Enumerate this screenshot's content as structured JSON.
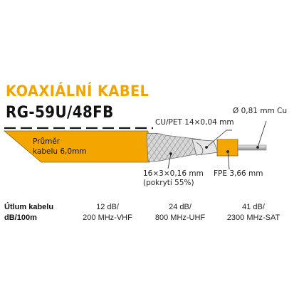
{
  "title_line1": "KOAXIÁLNÍ KABEL",
  "title_line2": "RG-59U/48FB",
  "jacket": {
    "line1": "Průměr",
    "line2": "kabelu 6,0mm"
  },
  "labels": {
    "conductor": "Ø 0,81 mm Cu",
    "foil": "CU/PET 14×0,04 mm",
    "braid_line1": "16×3×0,16 mm",
    "braid_line2": "(pokrytí 55%)",
    "dielectric": "FPE 3,66 mm"
  },
  "attenuation": {
    "header_line1": "Útlum kabelu",
    "header_line2": "dB/100m",
    "values": [
      {
        "db": "12 dB/",
        "freq": "200 MHz-VHF"
      },
      {
        "db": "24 dB/",
        "freq": "800 MHz-UHF"
      },
      {
        "db": "41 dB/",
        "freq": "2300 MHz-SAT"
      }
    ]
  },
  "colors": {
    "accent": "#f2a500",
    "jacket": "#f3a600",
    "braid": "#b8b8b8",
    "conductor": "#d0d0d0",
    "text": "#111111"
  }
}
